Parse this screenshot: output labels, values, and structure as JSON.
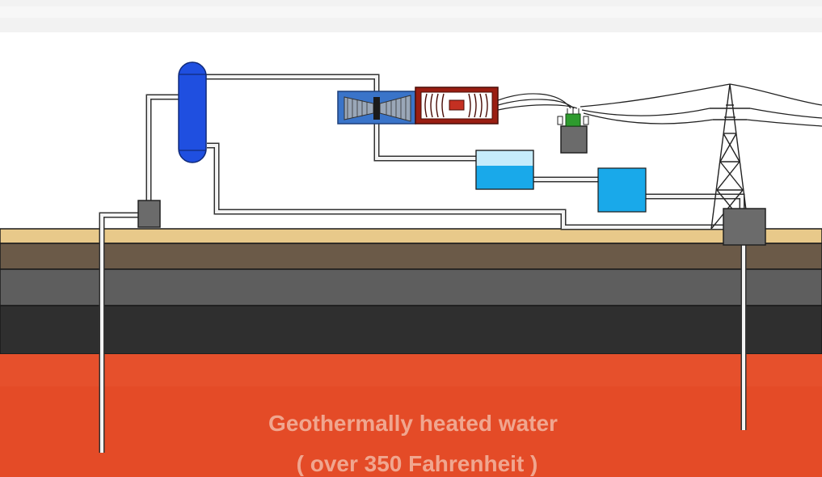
{
  "caption": {
    "line1": "Geothermally heated water",
    "line2": "( over 350 Fahrenheit )"
  },
  "colors": {
    "sky": "#ffffff",
    "surface_sand": "#e8c98a",
    "soil_brown": "#6b5a48",
    "rock_gray": "#5e5e5e",
    "rock_dark": "#2f2f2f",
    "hot_water": "#e44b27",
    "separator_blue": "#1f4fe0",
    "turbine_blue": "#3a74c9",
    "generator_red": "#9a1e12",
    "tank_blue": "#19a9ea",
    "wellhead_gray": "#6b6b6b",
    "transformer_green": "#2e9b2e",
    "caption_text": "#f0a68f"
  },
  "components": [
    "surface-ground",
    "production-well",
    "injection-well",
    "flash-separator",
    "steam-turbine",
    "generator",
    "condenser-tank",
    "cooling-tank",
    "transformer",
    "transmission-tower",
    "power-lines"
  ]
}
